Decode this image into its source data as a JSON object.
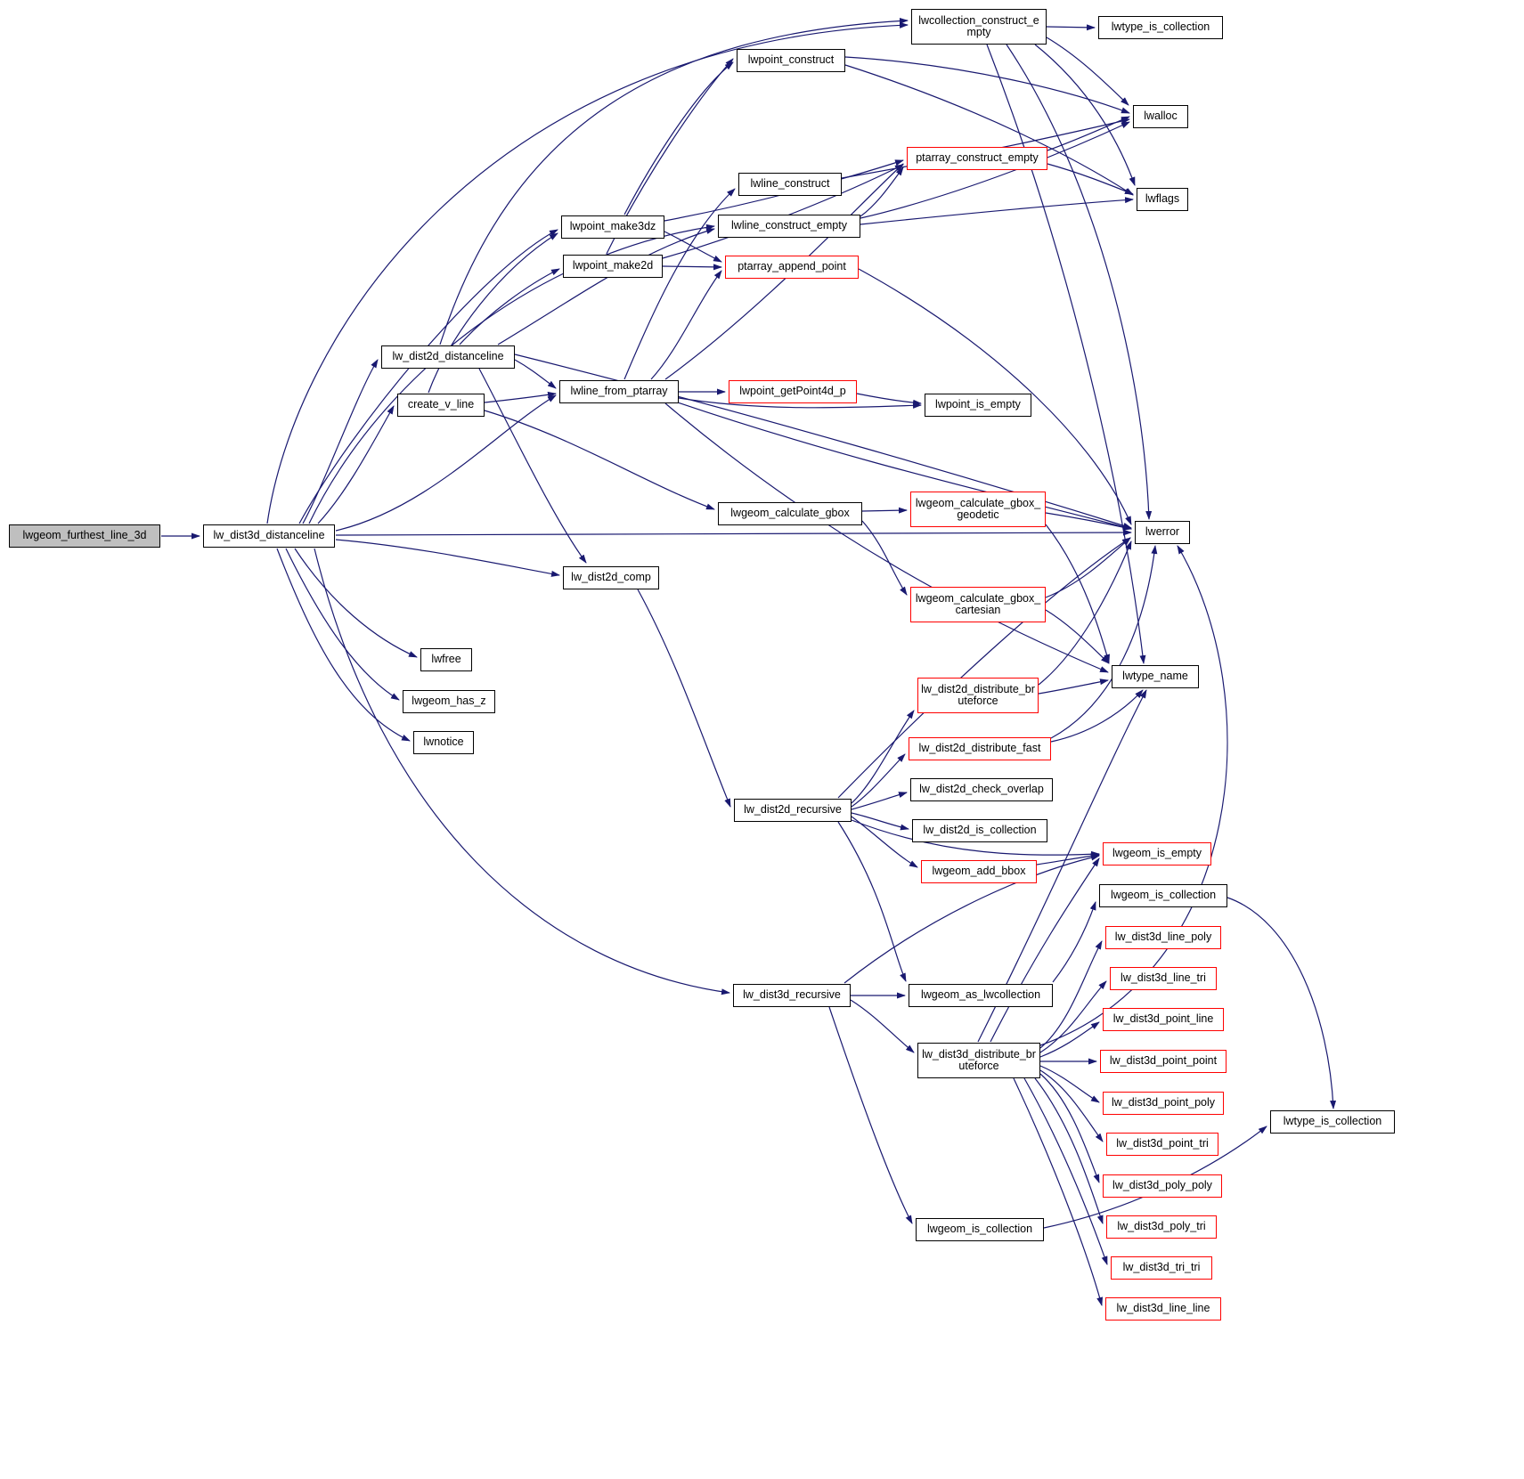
{
  "diagram": {
    "kind": "doxygen-call-graph",
    "edge_color": "#191970",
    "node_border_default": "#000000",
    "node_border_truncated": "#ff0000",
    "root_fill": "#bfbfbf",
    "nodes": {
      "lwgeom_furthest_line_3d": {
        "label": "lwgeom_furthest_line_3d"
      },
      "lw_dist3d_distanceline": {
        "label": "lw_dist3d_distanceline"
      },
      "lwcollection_construct_empty": {
        "label": "lwcollection_construct_empty"
      },
      "lwtype_is_collection": {
        "label": "lwtype_is_collection"
      },
      "lwpoint_construct": {
        "label": "lwpoint_construct"
      },
      "lwalloc": {
        "label": "lwalloc"
      },
      "ptarray_construct_empty": {
        "label": "ptarray_construct_empty"
      },
      "lwflags": {
        "label": "lwflags"
      },
      "lwline_construct": {
        "label": "lwline_construct"
      },
      "lwpoint_make3dz": {
        "label": "lwpoint_make3dz"
      },
      "lwline_construct_empty": {
        "label": "lwline_construct_empty"
      },
      "lwpoint_make2d": {
        "label": "lwpoint_make2d"
      },
      "ptarray_append_point": {
        "label": "ptarray_append_point"
      },
      "lw_dist2d_distanceline": {
        "label": "lw_dist2d_distanceline"
      },
      "lwline_from_ptarray": {
        "label": "lwline_from_ptarray"
      },
      "lwpoint_getPoint4d_p": {
        "label": "lwpoint_getPoint4d_p"
      },
      "lwpoint_is_empty": {
        "label": "lwpoint_is_empty"
      },
      "create_v_line": {
        "label": "create_v_line"
      },
      "lwgeom_calculate_gbox": {
        "label": "lwgeom_calculate_gbox"
      },
      "lwgeom_calculate_gbox_geodetic": {
        "label": "lwgeom_calculate_gbox_geodetic"
      },
      "lwerror": {
        "label": "lwerror"
      },
      "lwgeom_calculate_gbox_cartesian": {
        "label": "lwgeom_calculate_gbox_cartesian"
      },
      "lw_dist2d_comp": {
        "label": "lw_dist2d_comp"
      },
      "lwfree": {
        "label": "lwfree"
      },
      "lwgeom_has_z": {
        "label": "lwgeom_has_z"
      },
      "lwnotice": {
        "label": "lwnotice"
      },
      "lwtype_name": {
        "label": "lwtype_name"
      },
      "lw_dist2d_distribute_bruteforce": {
        "label": "lw_dist2d_distribute_bruteforce"
      },
      "lw_dist2d_distribute_fast": {
        "label": "lw_dist2d_distribute_fast"
      },
      "lw_dist2d_check_overlap": {
        "label": "lw_dist2d_check_overlap"
      },
      "lw_dist2d_recursive": {
        "label": "lw_dist2d_recursive"
      },
      "lw_dist2d_is_collection": {
        "label": "lw_dist2d_is_collection"
      },
      "lwgeom_add_bbox": {
        "label": "lwgeom_add_bbox"
      },
      "lwgeom_is_empty": {
        "label": "lwgeom_is_empty"
      },
      "lwgeom_is_collection": {
        "label": "lwgeom_is_collection"
      },
      "lw_dist3d_line_poly": {
        "label": "lw_dist3d_line_poly"
      },
      "lw_dist3d_line_tri": {
        "label": "lw_dist3d_line_tri"
      },
      "lw_dist3d_point_line": {
        "label": "lw_dist3d_point_line"
      },
      "lw_dist3d_recursive": {
        "label": "lw_dist3d_recursive"
      },
      "lwgeom_as_lwcollection": {
        "label": "lwgeom_as_lwcollection"
      },
      "lw_dist3d_point_point": {
        "label": "lw_dist3d_point_point"
      },
      "lw_dist3d_distribute_bruteforce": {
        "label": "lw_dist3d_distribute_bruteforce"
      },
      "lw_dist3d_point_poly": {
        "label": "lw_dist3d_point_poly"
      },
      "lw_dist3d_point_tri": {
        "label": "lw_dist3d_point_tri"
      },
      "lw_dist3d_poly_poly": {
        "label": "lw_dist3d_poly_poly"
      },
      "lwtype_is_collection_2": {
        "label": "lwtype_is_collection"
      },
      "lw_dist3d_poly_tri": {
        "label": "lw_dist3d_poly_tri"
      },
      "lw_dist3d_tri_tri": {
        "label": "lw_dist3d_tri_tri"
      },
      "lwgeom_is_collection_2": {
        "label": "lwgeom_is_collection"
      },
      "lw_dist3d_line_line": {
        "label": "lw_dist3d_line_line"
      }
    },
    "edges": [
      "lwgeom_furthest_line_3d->lw_dist3d_distanceline",
      "lw_dist3d_distanceline->lwcollection_construct_empty",
      "lw_dist3d_distanceline->lwpoint_make3dz",
      "lw_dist3d_distanceline->lw_dist2d_distanceline",
      "lw_dist3d_distanceline->create_v_line",
      "lw_dist3d_distanceline->lwline_from_ptarray",
      "lw_dist3d_distanceline->lw_dist2d_comp",
      "lw_dist3d_distanceline->lwfree",
      "lw_dist3d_distanceline->lwgeom_has_z",
      "lw_dist3d_distanceline->lwnotice",
      "lw_dist3d_distanceline->lwerror",
      "lw_dist3d_distanceline->lw_dist3d_recursive",
      "lw_dist3d_distanceline->lwline_construct_empty",
      "lw_dist2d_distanceline->lwpoint_make2d",
      "lw_dist2d_distanceline->lw_dist2d_comp",
      "lw_dist2d_distanceline->lwline_from_ptarray",
      "lw_dist2d_distanceline->lwcollection_construct_empty",
      "lw_dist2d_distanceline->lwline_construct_empty",
      "lw_dist2d_distanceline->lwerror",
      "create_v_line->lwgeom_calculate_gbox",
      "create_v_line->lwpoint_make3dz",
      "create_v_line->lwline_from_ptarray",
      "lwline_from_ptarray->lwpoint_getPoint4d_p",
      "lwline_from_ptarray->ptarray_construct_empty",
      "lwline_from_ptarray->ptarray_append_point",
      "lwline_from_ptarray->lwline_construct",
      "lwline_from_ptarray->lwpoint_is_empty",
      "lwline_from_ptarray->lwerror",
      "lwline_from_ptarray->lwtype_name",
      "lwpoint_getPoint4d_p->lwpoint_is_empty",
      "lwpoint_make3dz->lwpoint_construct",
      "lwpoint_make3dz->ptarray_construct_empty",
      "lwpoint_make3dz->ptarray_append_point",
      "lwpoint_make2d->lwpoint_construct",
      "lwpoint_make2d->ptarray_construct_empty",
      "lwpoint_make2d->ptarray_append_point",
      "lwpoint_construct->lwalloc",
      "lwpoint_construct->lwflags",
      "lwline_construct->lwalloc",
      "lwline_construct_empty->lwalloc",
      "lwline_construct_empty->lwflags",
      "lwline_construct_empty->ptarray_construct_empty",
      "ptarray_construct_empty->lwalloc",
      "ptarray_construct_empty->lwflags",
      "ptarray_append_point->lwerror",
      "lwcollection_construct_empty->lwtype_is_collection",
      "lwcollection_construct_empty->lwalloc",
      "lwcollection_construct_empty->lwflags",
      "lwcollection_construct_empty->lwerror",
      "lwcollection_construct_empty->lwtype_name",
      "lwgeom_calculate_gbox->lwgeom_calculate_gbox_geodetic",
      "lwgeom_calculate_gbox->lwgeom_calculate_gbox_cartesian",
      "lwgeom_calculate_gbox_geodetic->lwerror",
      "lwgeom_calculate_gbox_geodetic->lwtype_name",
      "lwgeom_calculate_gbox_cartesian->lwerror",
      "lwgeom_calculate_gbox_cartesian->lwtype_name",
      "lw_dist2d_comp->lw_dist2d_recursive",
      "lw_dist2d_recursive->lw_dist2d_distribute_bruteforce",
      "lw_dist2d_recursive->lw_dist2d_distribute_fast",
      "lw_dist2d_recursive->lw_dist2d_check_overlap",
      "lw_dist2d_recursive->lw_dist2d_is_collection",
      "lw_dist2d_recursive->lwgeom_add_bbox",
      "lw_dist2d_recursive->lwgeom_is_empty",
      "lw_dist2d_recursive->lwgeom_as_lwcollection",
      "lw_dist2d_recursive->lwerror",
      "lw_dist2d_distribute_bruteforce->lwerror",
      "lw_dist2d_distribute_bruteforce->lwtype_name",
      "lw_dist2d_distribute_fast->lwtype_name",
      "lw_dist2d_distribute_fast->lwerror",
      "lwgeom_add_bbox->lwgeom_is_empty",
      "lwgeom_is_collection->lwtype_is_collection_2",
      "lwgeom_is_collection_2->lwtype_is_collection_2",
      "lw_dist3d_recursive->lwgeom_as_lwcollection",
      "lw_dist3d_recursive->lw_dist3d_distribute_bruteforce",
      "lw_dist3d_recursive->lwgeom_is_empty",
      "lw_dist3d_recursive->lwgeom_is_collection_2",
      "lwgeom_as_lwcollection->lwgeom_is_collection",
      "lw_dist3d_distribute_bruteforce->lw_dist3d_line_poly",
      "lw_dist3d_distribute_bruteforce->lw_dist3d_line_tri",
      "lw_dist3d_distribute_bruteforce->lw_dist3d_point_line",
      "lw_dist3d_distribute_bruteforce->lw_dist3d_point_point",
      "lw_dist3d_distribute_bruteforce->lw_dist3d_point_poly",
      "lw_dist3d_distribute_bruteforce->lw_dist3d_point_tri",
      "lw_dist3d_distribute_bruteforce->lw_dist3d_poly_poly",
      "lw_dist3d_distribute_bruteforce->lw_dist3d_poly_tri",
      "lw_dist3d_distribute_bruteforce->lw_dist3d_tri_tri",
      "lw_dist3d_distribute_bruteforce->lw_dist3d_line_line",
      "lw_dist3d_distribute_bruteforce->lwgeom_is_empty",
      "lw_dist3d_distribute_bruteforce->lwtype_name",
      "lw_dist3d_distribute_bruteforce->lwerror"
    ]
  }
}
